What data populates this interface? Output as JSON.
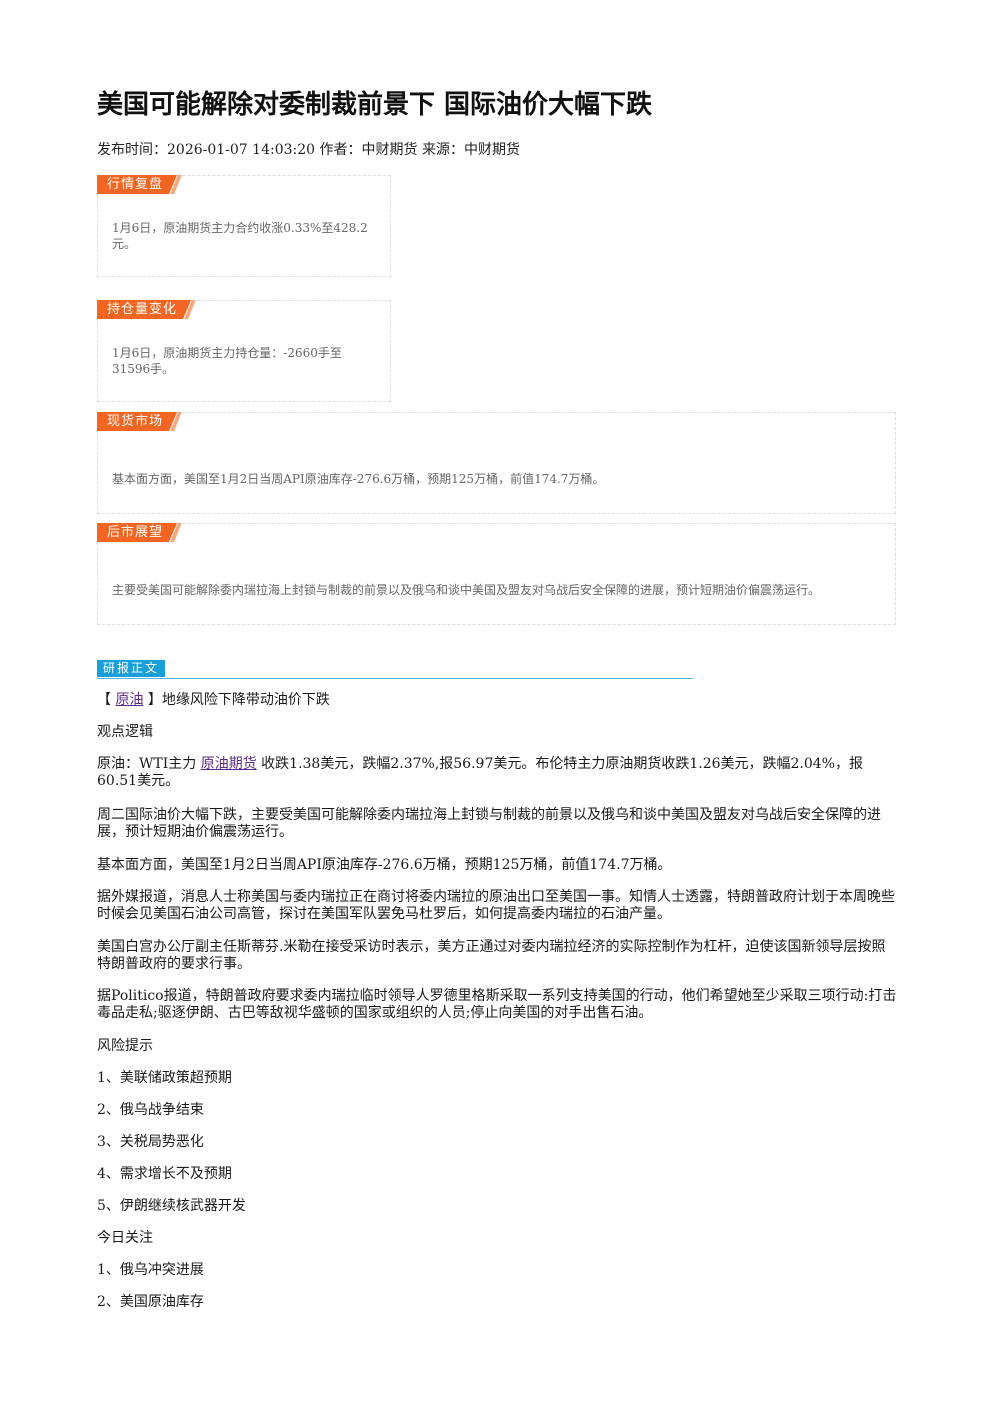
{
  "article": {
    "title": "美国可能解除对委制裁前景下 国际油价大幅下跌",
    "meta": "发布时间：2026-01-07 14:03:20 作者：中财期货 来源：中财期货"
  },
  "summary": {
    "market_review": {
      "tag": "行情复盘",
      "text": "1月6日，原油期货主力合约收涨0.33%至428.2元。"
    },
    "position_change": {
      "tag": "持仓量变化",
      "text": "1月6日，原油期货主力持仓量：-2660手至31596手。"
    },
    "spot_market": {
      "tag": "现货市场",
      "text": "基本面方面，美国至1月2日当周API原油库存-276.6万桶，预期125万桶，前值174.7万桶。"
    },
    "outlook": {
      "tag": "后市展望",
      "text": "主要受美国可能解除委内瑞拉海上封锁与制裁的前景以及俄乌和谈中美国及盟友对乌战后安全保障的进展，预计短期油价偏震荡运行。"
    }
  },
  "report": {
    "section_tag": "研报正文",
    "headline": {
      "open": "【",
      "link": "原油",
      "rest": "】地缘风险下降带动油价下跌"
    },
    "logic_title": "观点逻辑",
    "p1": {
      "pre": "原油：WTI主力",
      "link": "原油期货",
      "post": "收跌1.38美元，跌幅2.37%,报56.97美元。布伦特主力原油期货收跌1.26美元，跌幅2.04%，报60.51美元。"
    },
    "p2": "周二国际油价大幅下跌，主要受美国可能解除委内瑞拉海上封锁与制裁的前景以及俄乌和谈中美国及盟友对乌战后安全保障的进展，预计短期油价偏震荡运行。",
    "p3": "基本面方面，美国至1月2日当周API原油库存-276.6万桶，预期125万桶，前值174.7万桶。",
    "p4": "据外媒报道，消息人士称美国与委内瑞拉正在商讨将委内瑞拉的原油出口至美国一事。知情人士透露，特朗普政府计划于本周晚些时候会见美国石油公司高管，探讨在美国军队罢免马杜罗后，如何提高委内瑞拉的石油产量。",
    "p5": "美国白宫办公厅副主任斯蒂芬.米勒在接受采访时表示，美方正通过对委内瑞拉经济的实际控制作为杠杆，迫使该国新领导层按照特朗普政府的要求行事。",
    "p6": "据Politico报道，特朗普政府要求委内瑞拉临时领导人罗德里格斯采取一系列支持美国的行动，他们希望她至少采取三项行动:打击毒品走私;驱逐伊朗、古巴等敌视华盛顿的国家或组织的人员;停止向美国的对手出售石油。",
    "risk_title": "风险提示",
    "risks": [
      "1、美联储政策超预期",
      "2、俄乌战争结束",
      "3、关税局势恶化",
      "4、需求增长不及预期",
      "5、伊朗继续核武器开发"
    ],
    "focus_title": "今日关注",
    "focus": [
      "1、俄乌冲突进展",
      "2、美国原油库存"
    ]
  },
  "colors": {
    "orange_tag": "#f26522",
    "blue_tag": "#1b9fd8",
    "link": "#5b2c8c"
  }
}
